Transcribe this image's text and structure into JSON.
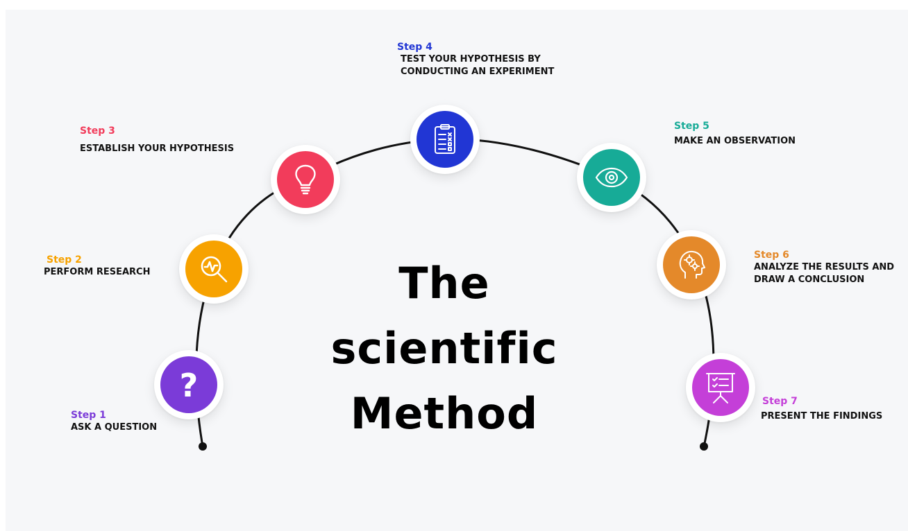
{
  "title": {
    "line1": "The",
    "line2": "scientific",
    "line3": "Method"
  },
  "steps": [
    {
      "step": "Step 1",
      "desc": "ASK A QUESTION",
      "color": "#7b3bd8",
      "icon": "question-mark-icon"
    },
    {
      "step": "Step 2",
      "desc": "PERFORM RESEARCH",
      "color": "#f7a200",
      "icon": "magnifier-pulse-icon"
    },
    {
      "step": "Step 3",
      "desc": "ESTABLISH YOUR HYPOTHESIS",
      "color": "#f23c5b",
      "icon": "lightbulb-icon"
    },
    {
      "step": "Step 4",
      "desc1": "TEST YOUR HYPOTHESIS BY",
      "desc2": "CONDUCTING AN EXPERIMENT",
      "color": "#2136d4",
      "icon": "clipboard-checklist-icon"
    },
    {
      "step": "Step 5",
      "desc": "MAKE AN OBSERVATION",
      "color": "#17ab97",
      "icon": "eye-icon"
    },
    {
      "step": "Step 6",
      "desc1": "ANALYZE THE RESULTS AND",
      "desc2": "DRAW A CONCLUSION",
      "color": "#e4892a",
      "icon": "head-gears-icon"
    },
    {
      "step": "Step 7",
      "desc": "PRESENT THE FINDINGS",
      "color": "#c43fd8",
      "icon": "presentation-board-icon"
    }
  ]
}
